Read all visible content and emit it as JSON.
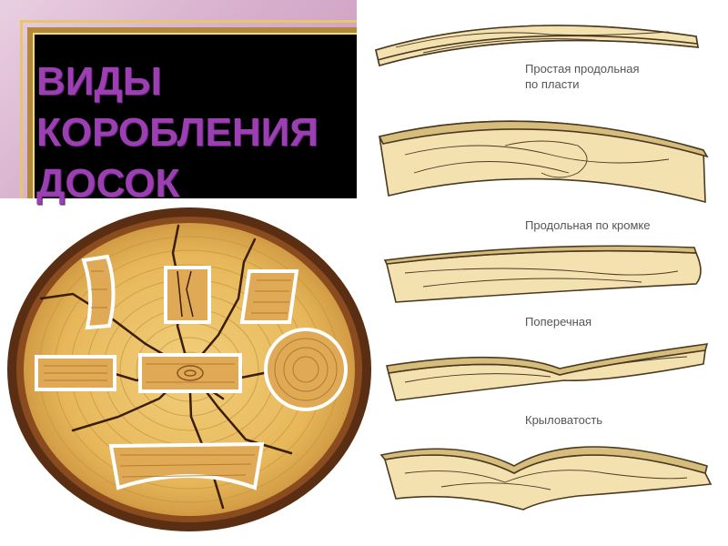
{
  "title": {
    "line1": "ВИДЫ",
    "line2": "КОРОБЛЕНИЯ",
    "line3": "ДОСОК"
  },
  "warp_types": [
    {
      "label": "Простая продольная\nпо пласти"
    },
    {
      "label": "Продольная по кромке"
    },
    {
      "label": "Поперечная"
    },
    {
      "label": "Крыловатость"
    }
  ],
  "colors": {
    "title": "#9b3fb3",
    "wood": "#f3e1b0",
    "wood_edge": "#4a3a22",
    "log": "#e7b85a",
    "bark": "#5a2e12"
  }
}
